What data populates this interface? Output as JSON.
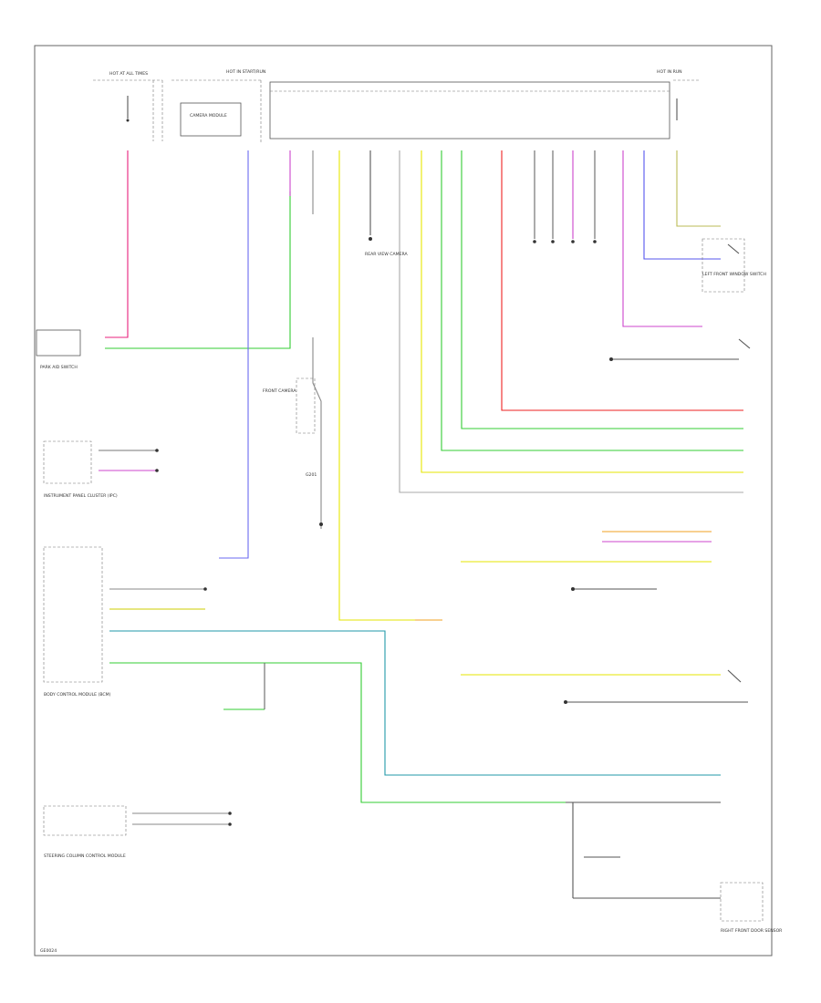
{
  "colors": {
    "pink": "#e8207c",
    "violet": "#cc44cc",
    "blue": "#6a6af0",
    "green": "#33cc33",
    "yellow": "#e6e600",
    "orange": "#f0a020",
    "red": "#ee2222",
    "gray": "#8a8a8a",
    "teal": "#2299aa",
    "olive": "#aaaa44",
    "black": "#222222"
  },
  "labels": {
    "left_fuse": "HOT AT ALL TIMES",
    "mid_fuse": "HOT IN START/RUN",
    "right_fuse": "HOT IN RUN",
    "c_module": "CAMERA MODULE",
    "c_instrument": "INSTRUMENT PANEL CLUSTER (IPC)",
    "c_bcm": "BODY CONTROL MODULE (BCM)",
    "c_steering": "STEERING COLUMN CONTROL MODULE",
    "c_park": "PARK AID SWITCH",
    "c_front_camera": "FRONT CAMERA",
    "c_rear_camera": "REAR VIEW CAMERA",
    "c_left_window": "LEFT FRONT WINDOW SWITCH",
    "c_right_sensor": "RIGHT FRONT DOOR SENSOR",
    "ground": "G201",
    "page_code": "GE0024"
  }
}
